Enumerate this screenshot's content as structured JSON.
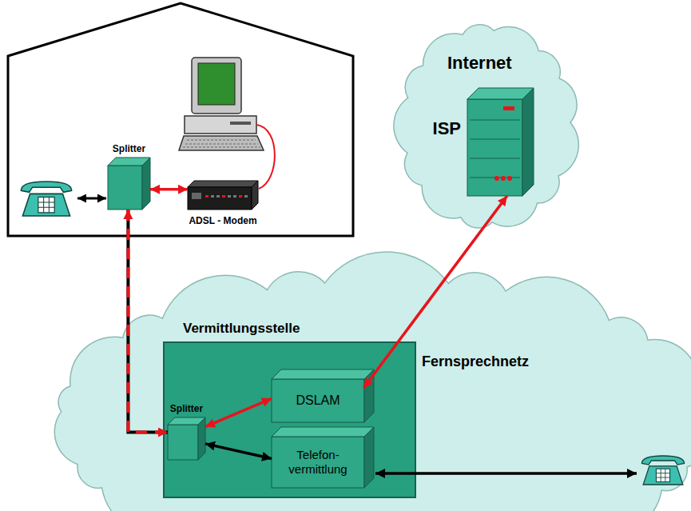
{
  "diagram": {
    "nodes": [
      {
        "text": [
          "Splitter"
        ]
      },
      {
        "text": [
          "ADSL - Modem"
        ]
      },
      {
        "text": [
          "Internet"
        ]
      },
      {
        "text": [
          "ISP"
        ],
        "in": 2
      },
      {
        "text": [
          "Fernsprechnetz"
        ]
      },
      {
        "text": [
          "Vermittlungsstelle"
        ],
        "in": 4
      },
      {
        "text": [
          "Splitter"
        ],
        "in": 5
      },
      {
        "text": [
          "DSLAM"
        ],
        "in": 5
      },
      {
        "text": [
          "Telefon- vermittlung"
        ],
        "in": 5
      }
    ],
    "edges": [
      {
        "from": 0,
        "to": 1,
        "arrow": "both"
      },
      {
        "from": 0,
        "to": 6,
        "arrow": "both"
      },
      {
        "from": 6,
        "to": 7,
        "arrow": "both"
      },
      {
        "from": 7,
        "to": 3,
        "arrow": "both"
      },
      {
        "from": 6,
        "to": 8,
        "arrow": "both"
      }
    ]
  }
}
